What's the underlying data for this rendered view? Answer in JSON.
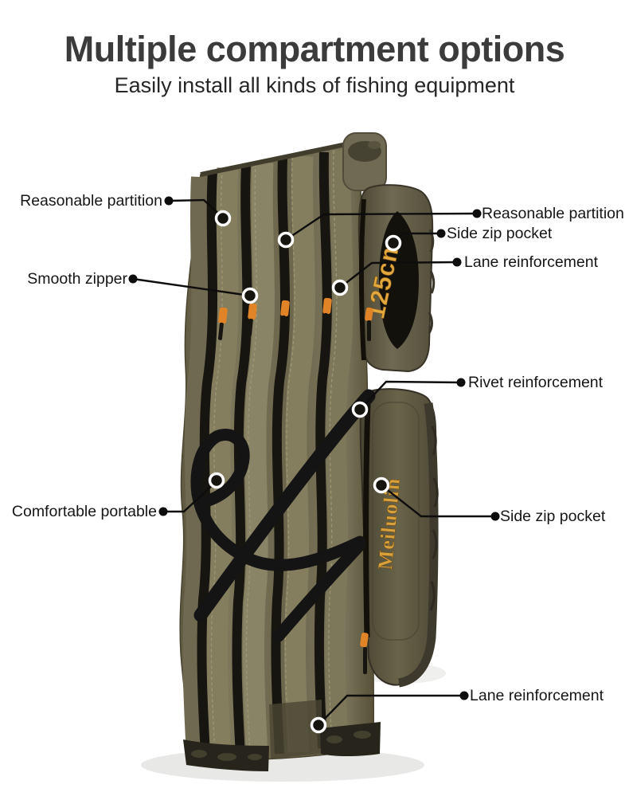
{
  "header": {
    "title": "Multiple compartment options",
    "subtitle": "Easily install all kinds of fishing equipment"
  },
  "product": {
    "size_label": "125cm",
    "brand_label": "Meiluolin"
  },
  "callouts": {
    "left": [
      {
        "label": "Reasonable partition"
      },
      {
        "label": "Smooth zipper"
      },
      {
        "label": "Comfortable portable"
      }
    ],
    "right": [
      {
        "label": "Reasonable partition"
      },
      {
        "label": "Side zip pocket"
      },
      {
        "label": "Lane reinforcement"
      },
      {
        "label": "Rivet reinforcement"
      },
      {
        "label": "Side zip pocket"
      },
      {
        "label": "Lane reinforcement"
      }
    ]
  },
  "colors": {
    "background": "#ffffff",
    "title_text": "#3b3b3b",
    "label_text": "#161616",
    "callout_line": "#0d0d0d",
    "bag_olive_light": "#868061",
    "bag_olive_mid": "#6b664c",
    "bag_olive_dark": "#524d39",
    "zipper_black": "#17150f",
    "strap_black": "#141414",
    "pocket_panel": "#5d5942",
    "pocket_inner": "#13110c",
    "brand_gold": "#dfa63e",
    "zipper_pull_orange": "#e08427",
    "marker_ring": "#ffffff"
  }
}
